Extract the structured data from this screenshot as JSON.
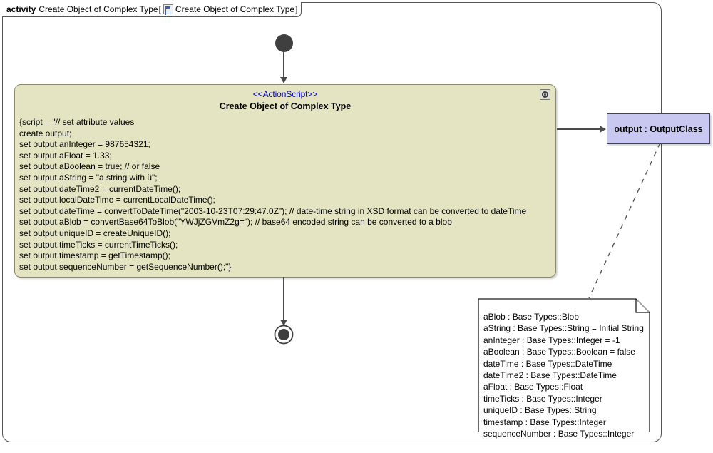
{
  "frame": {
    "keyword": "activity",
    "name": "Create Object of Complex Type",
    "bracket_open": "[",
    "icon_name": "activity-diagram-icon",
    "tab_name": "Create Object of Complex Type",
    "bracket_close": "]"
  },
  "nodes": {
    "initial": {
      "name": "initial-node"
    },
    "final": {
      "name": "activity-final-node"
    },
    "action": {
      "stereotype": "<<ActionScript>>",
      "name": "Create Object of Complex Type",
      "icon_name": "gear-icon",
      "script": "{script = \"// set attribute values\ncreate output;\nset output.anInteger = 987654321;\nset output.aFloat = 1.33;\nset output.aBoolean = true; // or false\nset output.aString = \"a string with ü\";\nset output.dateTime2 = currentDateTime();\nset output.localDateTime = currentLocalDateTime();\nset output.dateTime = convertToDateTime(\"2003-10-23T07:29:47.0Z\"); // date-time string in XSD format can be converted to dateTime\nset output.aBlob = convertBase64ToBlob(\"YWJjZGVmZ2g=\"); // base64 encoded string can be converted to a blob\nset output.uniqueID = createUniqueID();\nset output.timeTicks = currentTimeTicks();\nset output.timestamp = getTimestamp();\nset output.sequenceNumber = getSequenceNumber();\"}"
    },
    "output_object": {
      "label": "output : OutputClass"
    }
  },
  "note": {
    "attributes": [
      "aBlob : Base Types::Blob",
      "aString : Base Types::String = Initial String",
      "anInteger : Base Types::Integer = -1",
      "aBoolean : Base Types::Boolean = false",
      "dateTime : Base Types::DateTime",
      "dateTime2 : Base Types::DateTime",
      "aFloat : Base Types::Float",
      "timeTicks : Base Types::Integer",
      "uniqueID : Base Types::String",
      "timestamp : Base Types::Integer",
      "sequenceNumber : Base Types::Integer"
    ]
  },
  "colors": {
    "action_fill": "#e4e4c3",
    "action_border": "#8a8a6a",
    "object_fill": "#c8c8f0",
    "object_border": "#404060",
    "stereotype_text": "#0000cd",
    "node_dark": "#3f3f3f",
    "frame_border": "#555555"
  }
}
